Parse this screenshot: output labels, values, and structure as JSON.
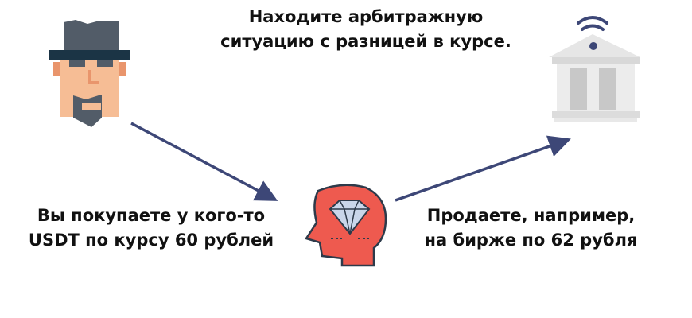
{
  "title": {
    "line1": "Находите арбитражную",
    "line2": "ситуацию с разницей в курсе."
  },
  "buy_text": {
    "line1": "Вы покупаете у кого-то",
    "line2": "USDT по курсу 60 рублей"
  },
  "sell_text": {
    "line1": "Продаете, например,",
    "line2": "на бирже по 62 рубля"
  },
  "colors": {
    "arrow": "#3d4777",
    "head": "#ee5a4f",
    "bank": "#dcdcdc",
    "hat": "#4f5a66"
  }
}
